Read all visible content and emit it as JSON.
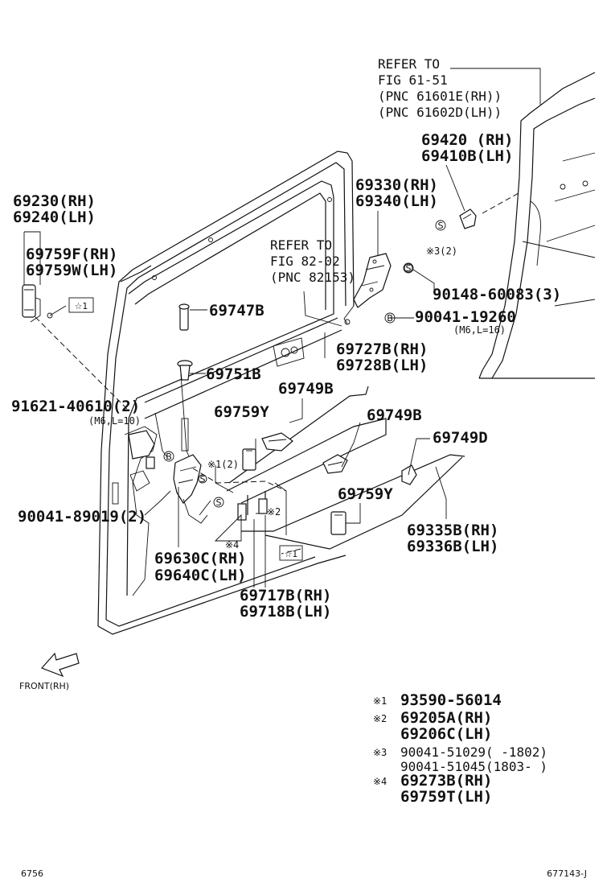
{
  "labels": {
    "refer1": [
      "REFER TO",
      "FIG 61-51",
      "(PNC 61601E(RH))",
      "(PNC 61602D(LH))"
    ],
    "p69420": [
      "69420 (RH)",
      "69410B(LH)"
    ],
    "p69330": [
      "69330(RH)",
      "69340(LH)"
    ],
    "p69230": [
      "69230(RH)",
      "69240(LH)"
    ],
    "p69759F": [
      "69759F(RH)",
      "69759W(LH)"
    ],
    "refer2": [
      "REFER TO",
      "FIG 82-02",
      "(PNC 82153)"
    ],
    "p90148": "90148-60083(3)",
    "p90041_19260": "90041-19260",
    "p90041_19260_spec": "(M6,L=16)",
    "s3_2": "※3(2)",
    "p69747B": "69747B",
    "p69751B": "69751B",
    "p69727B": [
      "69727B(RH)",
      "69728B(LH)"
    ],
    "p69749B_1": "69749B",
    "p69749B_2": "69749B",
    "p69749D": "69749D",
    "p69759Y_1": "69759Y",
    "p69759Y_2": "69759Y",
    "p91621": "91621-40610(2)",
    "p91621_spec": "(M6,L=10)",
    "s1_2": "※1(2)",
    "s2": "※2",
    "s4": "※4",
    "p90041_89019": "90041-89019(2)",
    "p69630C": [
      "69630C(RH)",
      "69640C(LH)"
    ],
    "p69717B": [
      "69717B(RH)",
      "69718B(LH)"
    ],
    "p69335B": [
      "69335B(RH)",
      "69336B(LH)"
    ],
    "front": "FRONT(RH)",
    "star1": "☆1",
    "mark_S": "S",
    "mark_B": "B"
  },
  "legend": [
    {
      "mark": "※1",
      "lines": [
        "93590-56014"
      ]
    },
    {
      "mark": "※2",
      "lines": [
        "69205A(RH)",
        "69206C(LH)"
      ]
    },
    {
      "mark": "※3",
      "lines": [
        "90041-51029(     -1802)",
        "90041-51045(1803-     )"
      ]
    },
    {
      "mark": "※4",
      "lines": [
        "69273B(RH)",
        "69759T(LH)"
      ]
    }
  ],
  "footer": {
    "left": "6756",
    "right": "677143-J"
  }
}
